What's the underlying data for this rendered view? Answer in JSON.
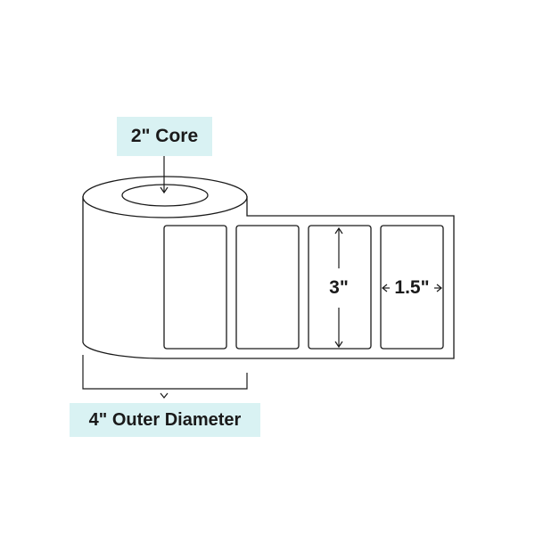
{
  "labels": {
    "core": "2\" Core",
    "outer_diameter": "4\" Outer Diameter",
    "label_height": "3\"",
    "label_width": "1.5\""
  },
  "colors": {
    "label_background": "#d9f2f3",
    "stroke": "#1a1a1a",
    "paper": "#ffffff"
  },
  "labels_on_roll": 4
}
